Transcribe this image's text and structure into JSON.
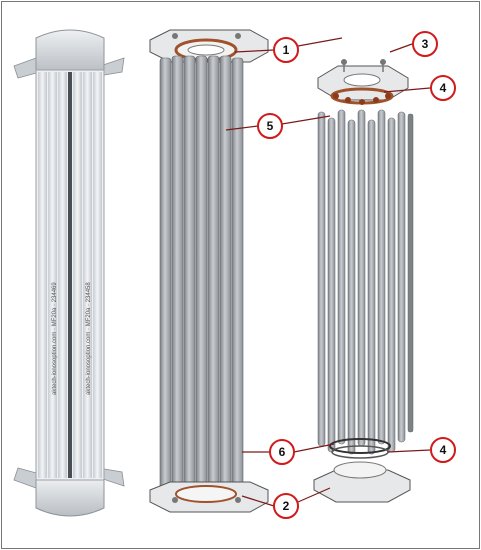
{
  "figure": {
    "photo_label_1": "aktech-ionosoption.com · MF20a · 234469",
    "photo_label_2": "aktech-ionosoption.com · MF20a · 234458"
  },
  "callouts": [
    {
      "id": "c1",
      "label": "1"
    },
    {
      "id": "c2",
      "label": "2"
    },
    {
      "id": "c3",
      "label": "3"
    },
    {
      "id": "c4a",
      "label": "4"
    },
    {
      "id": "c4b",
      "label": "4"
    },
    {
      "id": "c5",
      "label": "5"
    },
    {
      "id": "c6",
      "label": "6"
    }
  ],
  "colors": {
    "callout_ring": "#d11a1a",
    "leader": "#7a1b1b",
    "tube": "#9ea3a8",
    "tube_dark": "#6f7479",
    "tube_light": "#c9ccd0",
    "gasket": "#a0522d",
    "frame": "#666666"
  }
}
